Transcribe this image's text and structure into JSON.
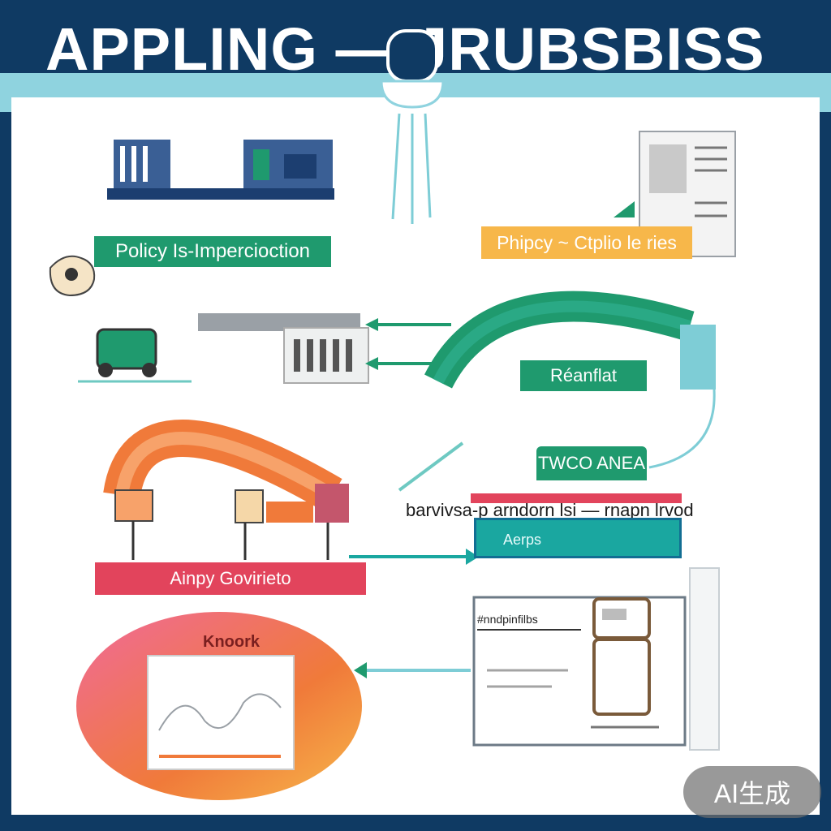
{
  "header": {
    "title": "APPLING — JRUBSBISS"
  },
  "labels": {
    "policy": "Policy Is-Impercioction",
    "phipcy": "Phipcy ~ Ctplio le ries",
    "reanflat": "Réanflat",
    "wco_anea": "TWCO ANEA",
    "banner": "barvivsa-p arndorn lsi — rnapn lrvod",
    "tool": "Aerps",
    "ainpy": "Ainpy Govirieto",
    "knoork": "Knoork",
    "panel_heading": "#nndpinfilbs"
  },
  "watermark": {
    "text": "AI生成"
  },
  "colors": {
    "navy": "#0f3a63",
    "sky": "#8fd3df",
    "green": "#1f9a6e",
    "amber": "#f7b74a",
    "crimson": "#e2445c",
    "orange": "#f07a3a",
    "teal": "#1aa7a0"
  }
}
